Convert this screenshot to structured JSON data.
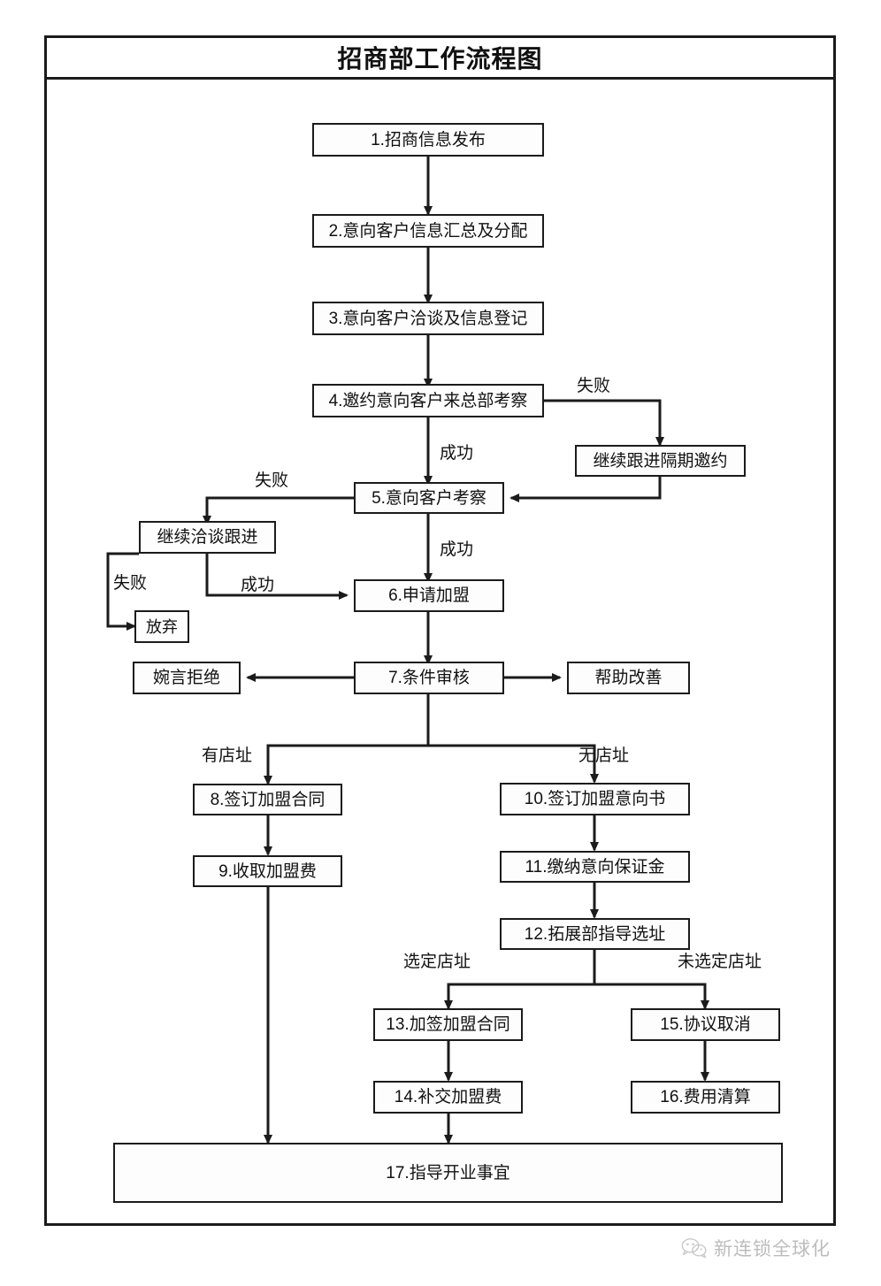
{
  "document": {
    "title": "招商部工作流程图",
    "type": "flowchart"
  },
  "chart_data": {
    "type": "diagram",
    "title": "招商部工作流程图",
    "nodes": [
      {
        "id": "n1",
        "label": "1.招商信息发布"
      },
      {
        "id": "n2",
        "label": "2.意向客户信息汇总及分配"
      },
      {
        "id": "n3",
        "label": "3.意向客户洽谈及信息登记"
      },
      {
        "id": "n4",
        "label": "4.邀约意向客户来总部考察"
      },
      {
        "id": "nfollow",
        "label": "继续跟进隔期邀约"
      },
      {
        "id": "n5",
        "label": "5.意向客户考察"
      },
      {
        "id": "ntalk",
        "label": "继续洽谈跟进"
      },
      {
        "id": "ngiveup",
        "label": "放弃"
      },
      {
        "id": "n6",
        "label": "6.申请加盟"
      },
      {
        "id": "n7",
        "label": "7.条件审核"
      },
      {
        "id": "nrefuse",
        "label": "婉言拒绝"
      },
      {
        "id": "nimprove",
        "label": "帮助改善"
      },
      {
        "id": "n8",
        "label": "8.签订加盟合同"
      },
      {
        "id": "n9",
        "label": "9.收取加盟费"
      },
      {
        "id": "n10",
        "label": "10.签订加盟意向书"
      },
      {
        "id": "n11",
        "label": "11.缴纳意向保证金"
      },
      {
        "id": "n12",
        "label": "12.拓展部指导选址"
      },
      {
        "id": "n13",
        "label": "13.加签加盟合同"
      },
      {
        "id": "n14",
        "label": "14.补交加盟费"
      },
      {
        "id": "n15",
        "label": "15.协议取消"
      },
      {
        "id": "n16",
        "label": "16.费用清算"
      },
      {
        "id": "n17",
        "label": "17.指导开业事宜"
      }
    ],
    "edge_labels": {
      "fail_4": "失败",
      "success_4": "成功",
      "fail_5": "失败",
      "success_5": "成功",
      "fail_talk": "失败",
      "success_talk": "成功",
      "has_site": "有店址",
      "no_site": "无店址",
      "site_selected": "选定店址",
      "site_not_selected": "未选定店址"
    },
    "edges": [
      {
        "from": "n1",
        "to": "n2",
        "label": ""
      },
      {
        "from": "n2",
        "to": "n3",
        "label": ""
      },
      {
        "from": "n3",
        "to": "n4",
        "label": ""
      },
      {
        "from": "n4",
        "to": "nfollow",
        "label": "失败"
      },
      {
        "from": "n4",
        "to": "n5",
        "label": "成功"
      },
      {
        "from": "nfollow",
        "to": "n5",
        "label": ""
      },
      {
        "from": "n5",
        "to": "ntalk",
        "label": "失败"
      },
      {
        "from": "n5",
        "to": "n6",
        "label": "成功"
      },
      {
        "from": "ntalk",
        "to": "ngiveup",
        "label": "失败"
      },
      {
        "from": "ntalk",
        "to": "n6",
        "label": "成功"
      },
      {
        "from": "n6",
        "to": "n7",
        "label": ""
      },
      {
        "from": "n7",
        "to": "nrefuse",
        "label": ""
      },
      {
        "from": "n7",
        "to": "nimprove",
        "label": ""
      },
      {
        "from": "n7",
        "to": "n8",
        "label": "有店址"
      },
      {
        "from": "n7",
        "to": "n10",
        "label": "无店址"
      },
      {
        "from": "n8",
        "to": "n9",
        "label": ""
      },
      {
        "from": "n9",
        "to": "n17",
        "label": ""
      },
      {
        "from": "n10",
        "to": "n11",
        "label": ""
      },
      {
        "from": "n11",
        "to": "n12",
        "label": ""
      },
      {
        "from": "n12",
        "to": "n13",
        "label": "选定店址"
      },
      {
        "from": "n12",
        "to": "n15",
        "label": "未选定店址"
      },
      {
        "from": "n13",
        "to": "n14",
        "label": ""
      },
      {
        "from": "n14",
        "to": "n17",
        "label": ""
      },
      {
        "from": "n15",
        "to": "n16",
        "label": ""
      }
    ]
  },
  "watermark": {
    "text": "新连锁全球化",
    "icon": "wechat-icon"
  },
  "colors": {
    "line": "#1b1b1b",
    "background": "#ffffff",
    "box_fill": "#fdfdfd",
    "watermark_text": "#6d6d6d"
  }
}
